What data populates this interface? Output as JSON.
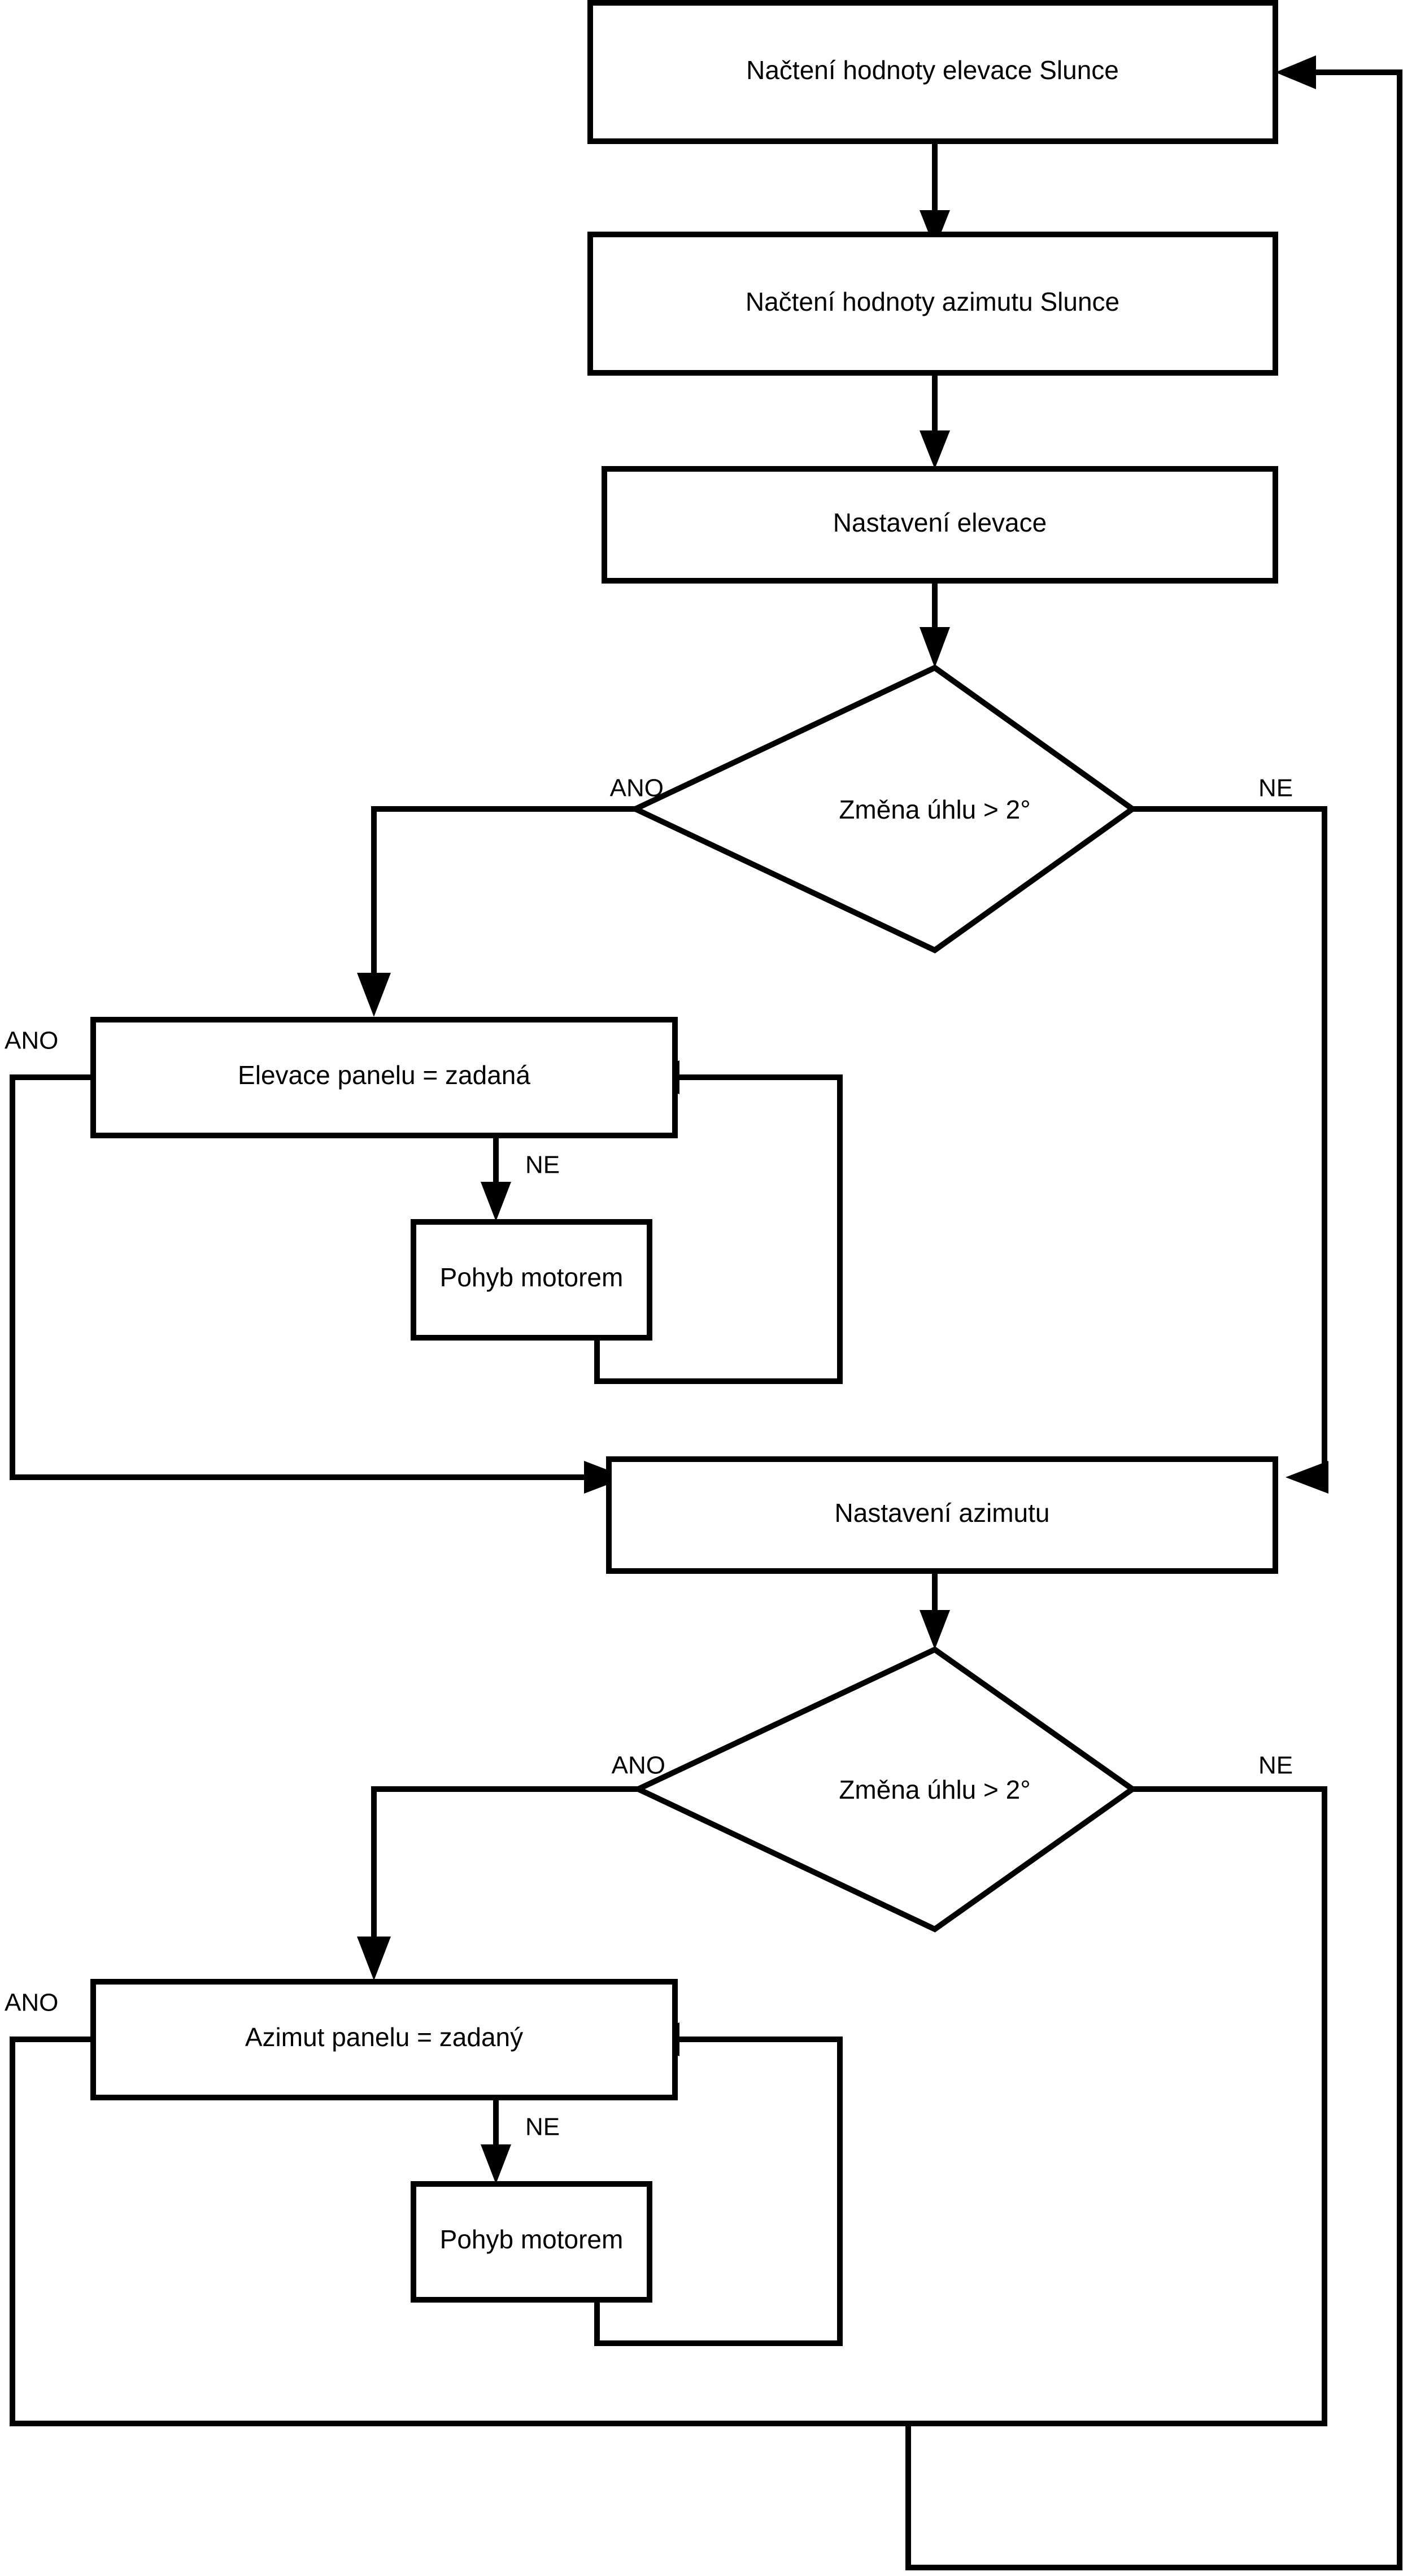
{
  "diagram": {
    "type": "flowchart",
    "language": "cs",
    "title": "Solar tracker control flowchart",
    "colors": {
      "stroke": "#000000",
      "fill": "#ffffff",
      "text": "#000000"
    },
    "nodes": [
      {
        "id": "read_elevation",
        "shape": "process",
        "label": "Načtení hodnoty elevace Slunce"
      },
      {
        "id": "read_azimuth",
        "shape": "process",
        "label": "Načtení hodnoty azimutu Slunce"
      },
      {
        "id": "set_elevation",
        "shape": "process",
        "label": "Nastavení elevace"
      },
      {
        "id": "decide_elev",
        "shape": "decision",
        "label": "Změna úhlu > 2°"
      },
      {
        "id": "panel_elev_eq",
        "shape": "process",
        "label": "Elevace panelu = zadaná"
      },
      {
        "id": "motor_move_elev",
        "shape": "process",
        "label": "Pohyb motorem"
      },
      {
        "id": "set_azimuth",
        "shape": "process",
        "label": "Nastavení azimutu"
      },
      {
        "id": "decide_azim",
        "shape": "decision",
        "label": "Změna úhlu > 2°"
      },
      {
        "id": "panel_azim_eq",
        "shape": "process",
        "label": "Azimut panelu = zadaný"
      },
      {
        "id": "motor_move_azim",
        "shape": "process",
        "label": "Pohyb motorem"
      }
    ],
    "edges": [
      {
        "from": "read_elevation",
        "to": "read_azimuth",
        "label": ""
      },
      {
        "from": "read_azimuth",
        "to": "set_elevation",
        "label": ""
      },
      {
        "from": "set_elevation",
        "to": "decide_elev",
        "label": ""
      },
      {
        "from": "decide_elev",
        "to": "panel_elev_eq",
        "label": "ANO"
      },
      {
        "from": "decide_elev",
        "to": "set_azimuth",
        "label": "NE"
      },
      {
        "from": "panel_elev_eq",
        "to": "set_azimuth",
        "label": "ANO"
      },
      {
        "from": "panel_elev_eq",
        "to": "motor_move_elev",
        "label": "NE"
      },
      {
        "from": "motor_move_elev",
        "to": "panel_elev_eq",
        "label": ""
      },
      {
        "from": "set_azimuth",
        "to": "decide_azim",
        "label": ""
      },
      {
        "from": "decide_azim",
        "to": "panel_azim_eq",
        "label": "ANO"
      },
      {
        "from": "decide_azim",
        "to": "read_elevation",
        "label": "NE"
      },
      {
        "from": "panel_azim_eq",
        "to": "read_elevation",
        "label": "ANO"
      },
      {
        "from": "panel_azim_eq",
        "to": "motor_move_azim",
        "label": "NE"
      },
      {
        "from": "motor_move_azim",
        "to": "panel_azim_eq",
        "label": ""
      }
    ],
    "edge_labels": {
      "elev_yes": "ANO",
      "elev_no": "NE",
      "elev_loop_yes": "ANO",
      "elev_loop_no": "NE",
      "azim_yes": "ANO",
      "azim_no": "NE",
      "azim_loop_yes": "ANO",
      "azim_loop_no": "NE"
    }
  }
}
